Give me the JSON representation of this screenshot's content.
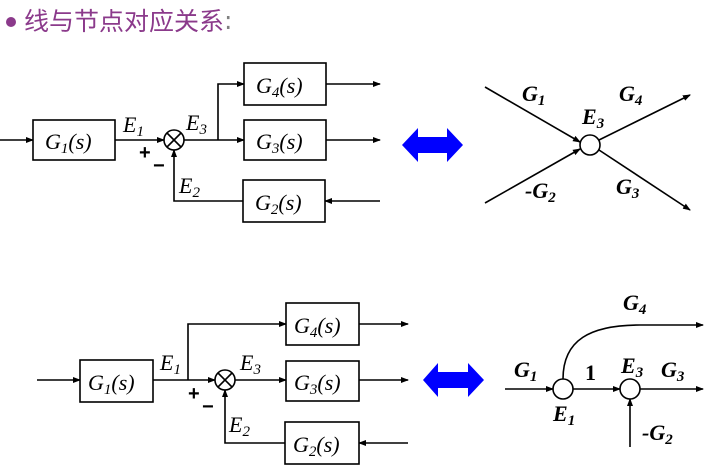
{
  "title": {
    "text": "线与节点对应关系",
    "colon": ":",
    "color": "#8B3A8B"
  },
  "equivalence_arrow_color": "#0000FF",
  "diagram1": {
    "block_diagram": {
      "blocks": [
        {
          "id": "G1",
          "label": "G",
          "sub": "1",
          "suffix": "(s)"
        },
        {
          "id": "G4",
          "label": "G",
          "sub": "4",
          "suffix": "(s)"
        },
        {
          "id": "G3",
          "label": "G",
          "sub": "3",
          "suffix": "(s)"
        },
        {
          "id": "G2",
          "label": "G",
          "sub": "2",
          "suffix": "(s)"
        }
      ],
      "signals": {
        "E1": {
          "label": "E",
          "sub": "1"
        },
        "E2": {
          "label": "E",
          "sub": "2"
        },
        "E3": {
          "label": "E",
          "sub": "3"
        }
      },
      "plus_sign": "+",
      "minus_sign": "−"
    },
    "signal_flow_graph": {
      "node": {
        "label": "E",
        "sub": "3"
      },
      "branches": [
        {
          "label": "G",
          "sub": "1",
          "prefix": ""
        },
        {
          "label": "G",
          "sub": "2",
          "prefix": "-"
        },
        {
          "label": "G",
          "sub": "4",
          "prefix": ""
        },
        {
          "label": "G",
          "sub": "3",
          "prefix": ""
        }
      ]
    }
  },
  "diagram2": {
    "block_diagram": {
      "blocks": [
        {
          "id": "G1",
          "label": "G",
          "sub": "1",
          "suffix": "(s)"
        },
        {
          "id": "G4",
          "label": "G",
          "sub": "4",
          "suffix": "(s)"
        },
        {
          "id": "G3",
          "label": "G",
          "sub": "3",
          "suffix": "(s)"
        },
        {
          "id": "G2",
          "label": "G",
          "sub": "2",
          "suffix": "(s)"
        }
      ],
      "signals": {
        "E1": {
          "label": "E",
          "sub": "1"
        },
        "E2": {
          "label": "E",
          "sub": "2"
        },
        "E3": {
          "label": "E",
          "sub": "3"
        }
      },
      "plus_sign": "+",
      "minus_sign": "−"
    },
    "signal_flow_graph": {
      "nodes": [
        {
          "label": "E",
          "sub": "1"
        },
        {
          "label": "E",
          "sub": "3"
        }
      ],
      "branches": [
        {
          "label": "G",
          "sub": "1",
          "prefix": ""
        },
        {
          "label": "1",
          "sub": "",
          "prefix": ""
        },
        {
          "label": "G",
          "sub": "4",
          "prefix": ""
        },
        {
          "label": "G",
          "sub": "3",
          "prefix": ""
        },
        {
          "label": "G",
          "sub": "2",
          "prefix": "-"
        }
      ]
    }
  }
}
